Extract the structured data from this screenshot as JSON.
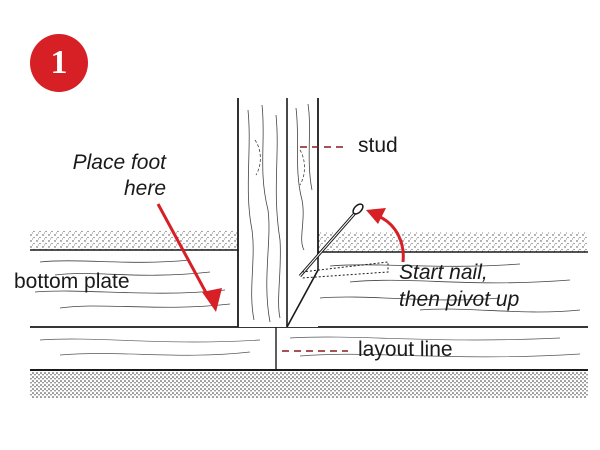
{
  "step": {
    "number": "1"
  },
  "labels": {
    "stud": "stud",
    "place_foot": [
      "Place foot",
      "here"
    ],
    "bottom_plate": "bottom plate",
    "start_nail": [
      "Start nail,",
      "then pivot up"
    ],
    "layout_line": "layout line"
  },
  "colors": {
    "accent": "#d71f26",
    "ink": "#1a1a1a",
    "leader": "#8b1a1a"
  }
}
